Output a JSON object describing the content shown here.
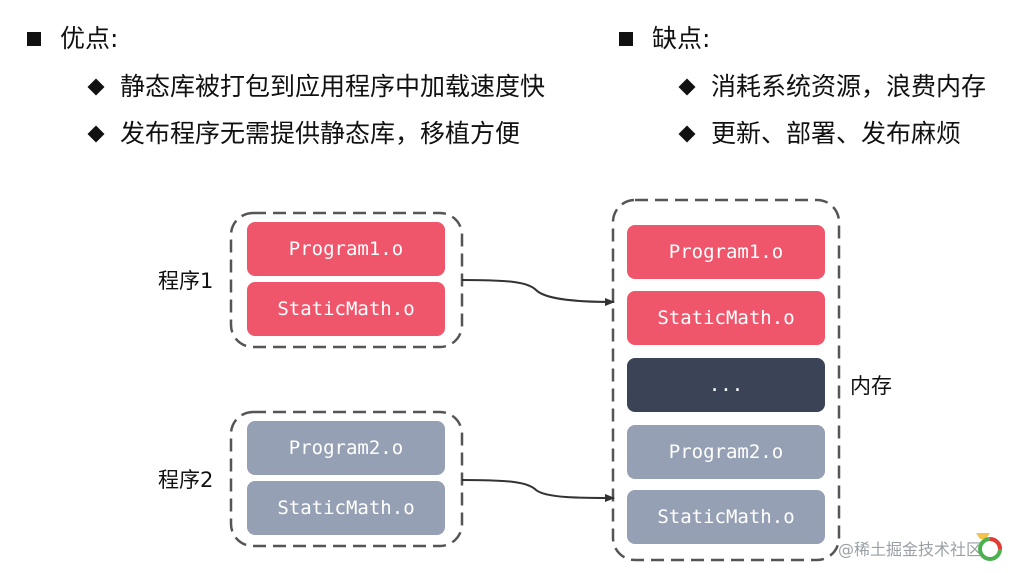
{
  "pros": {
    "heading": "优点:",
    "items": [
      "静态库被打包到应用程序中加载速度快",
      "发布程序无需提供静态库，移植方便"
    ]
  },
  "cons": {
    "heading": "缺点:",
    "items": [
      "消耗系统资源，浪费内存",
      "更新、部署、发布麻烦"
    ]
  },
  "diagram": {
    "program1": {
      "label": "程序1",
      "blocks": [
        "Program1.o",
        "StaticMath.o"
      ]
    },
    "program2": {
      "label": "程序2",
      "blocks": [
        "Program2.o",
        "StaticMath.o"
      ]
    },
    "memory": {
      "label": "内存",
      "blocks": [
        "Program1.o",
        "StaticMath.o",
        "...",
        "Program2.o",
        "StaticMath.o"
      ]
    },
    "colors": {
      "program1": "#f0566b",
      "program2": "#96a0b4",
      "gap": "#3b4457",
      "border": "#555555"
    }
  },
  "watermark": "@稀土掘金技术社区"
}
